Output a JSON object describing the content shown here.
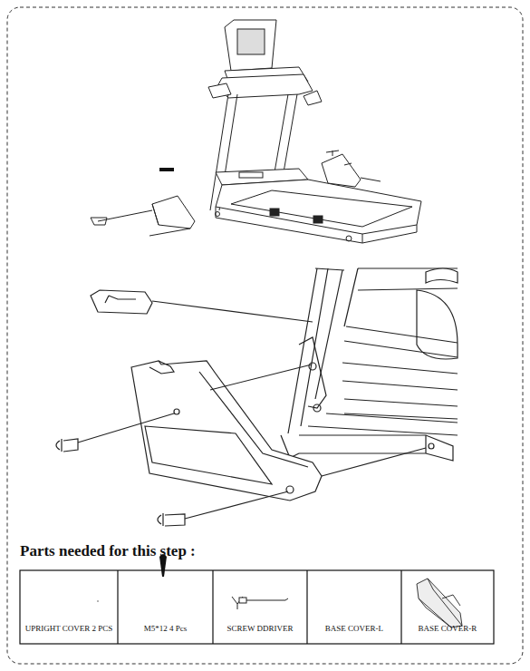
{
  "diagram": {
    "title": "Parts needed for this step :",
    "labels": [
      "UPRIGHT COVER 2 PCS",
      "M5*12  4 Pcs",
      "SCREW DDRIVER",
      "BASE COVER-L",
      "BASE COVER-R"
    ]
  }
}
